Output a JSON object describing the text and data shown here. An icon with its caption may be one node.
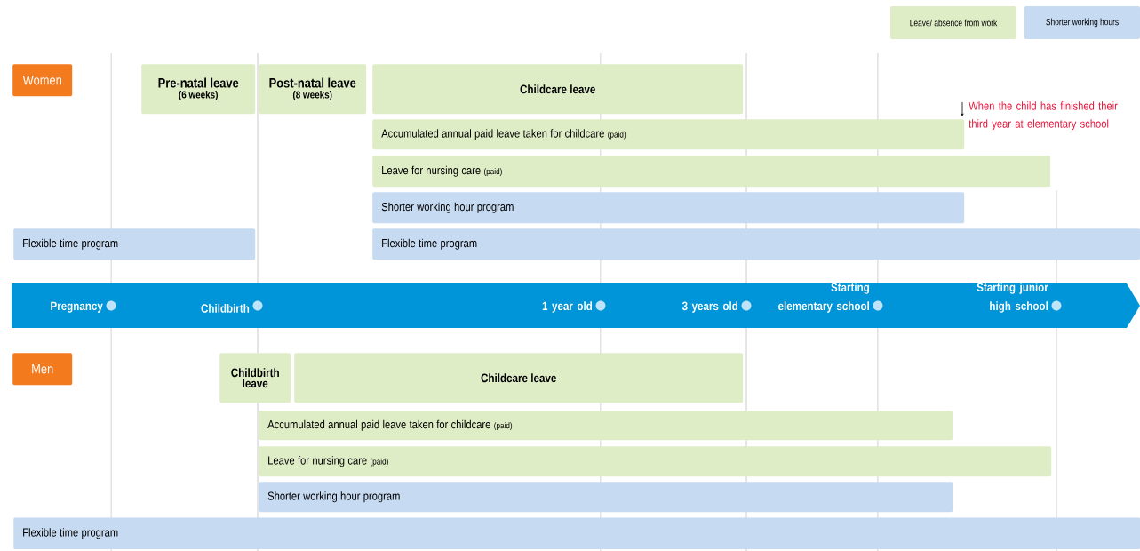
{
  "diagram": {
    "nodes": [
      {
        "text": [
          "Women"
        ]
      },
      {
        "text": [
          "Pre-natal leave",
          "(6 weeks)"
        ]
      },
      {
        "text": [
          "Post-natal leave",
          "(8 weeks)"
        ]
      },
      {
        "text": [
          "Childcare leave"
        ]
      },
      {
        "text": [
          "Accumulated annual paid leave taken for childcare",
          "(paid)"
        ]
      },
      {
        "text": [
          "Leave for nursing care",
          "(paid)"
        ]
      },
      {
        "text": [
          "Shorter working hour program"
        ]
      },
      {
        "text": [
          "Flexible time program"
        ]
      },
      {
        "text": [
          "Flexible time program"
        ]
      },
      {
        "text": [
          "Pregnancy",
          "Childbirth",
          "1 year old",
          "3 years old",
          "Starting elementary school",
          "Starting junior high school"
        ]
      },
      {
        "text": [
          "Men"
        ]
      },
      {
        "text": [
          "Childbirth leave"
        ]
      },
      {
        "text": [
          "Childcare leave"
        ]
      },
      {
        "text": [
          "Accumulated annual paid leave taken for childcare",
          "(paid)"
        ]
      },
      {
        "text": [
          "Leave for nursing care",
          "(paid)"
        ]
      },
      {
        "text": [
          "Shorter working hour program"
        ]
      },
      {
        "text": [
          "Flexible time program"
        ]
      }
    ],
    "labels": [
      "When the child has finished their third year at elementary school"
    ],
    "legend": [
      {
        "text": "Leave/ absence from work",
        "color": "#dfedc6"
      },
      {
        "text": "Shorter working hours",
        "color": "#c6daf2"
      }
    ]
  }
}
